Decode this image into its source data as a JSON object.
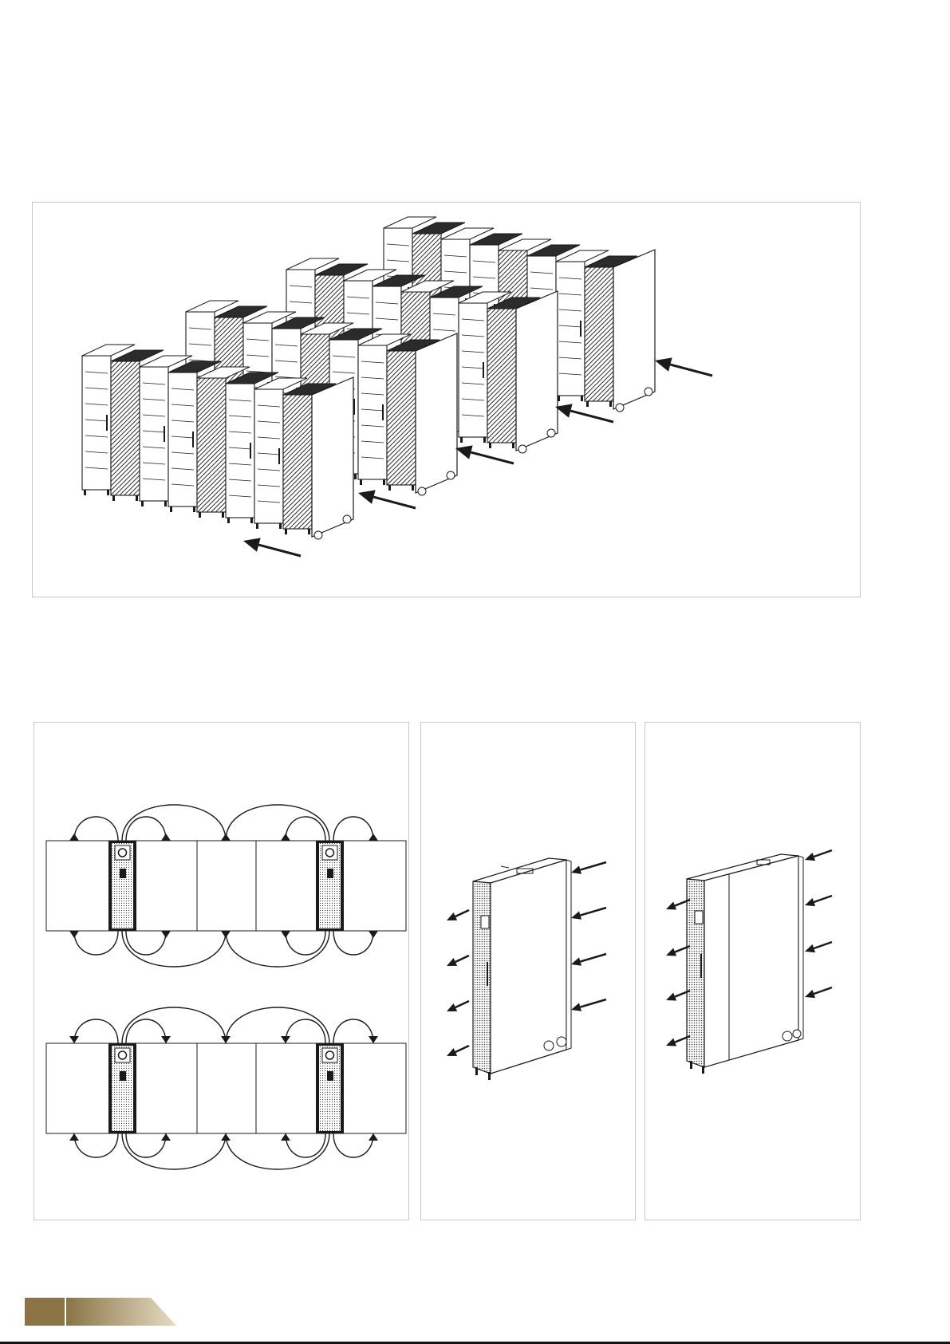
{
  "colors": {
    "line": "#1a1a1a",
    "hatch": "#2b2b2b",
    "panel_border": "#c8c8c8",
    "band_dark": "#8a7446",
    "band_light": "#e6dcc4"
  },
  "icons": [
    "arrow-icon",
    "cabinet-icon",
    "airflow-arrow-icon"
  ],
  "cabinet_rows": [
    {
      "name": "row-1",
      "arrow": "airflow-arrow-icon"
    },
    {
      "name": "row-2",
      "arrow": "airflow-arrow-icon"
    },
    {
      "name": "row-3",
      "arrow": "airflow-arrow-icon"
    },
    {
      "name": "row-4",
      "arrow": "airflow-arrow-icon"
    }
  ]
}
